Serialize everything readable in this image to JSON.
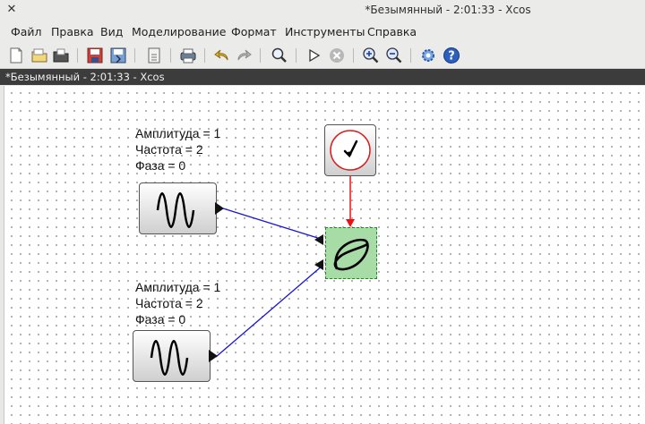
{
  "window": {
    "title": "*Безымянный - 2:01:33 - Xcos"
  },
  "menu": [
    "Файл",
    "Правка",
    "Вид",
    "Моделирование",
    "Формат",
    "Инструменты",
    "Справка"
  ],
  "toolbar_icons": [
    "new-diagram-icon",
    "open-icon",
    "open-file-icon",
    "save-icon",
    "save-as-icon",
    "export-icon",
    "print-icon",
    "undo-icon",
    "redo-icon",
    "fit-zoom-icon",
    "start-icon",
    "stop-icon",
    "zoom-in-icon",
    "zoom-out-icon",
    "settings-icon",
    "help-icon"
  ],
  "tab": {
    "title": "*Безымянный - 2:01:33 - Xcos"
  },
  "blocks": {
    "sine1": {
      "amplitude": "Амплитуда = 1",
      "frequency": "Частота = 2",
      "phase": "Фаза = 0"
    },
    "sine2": {
      "amplitude": "Амплитуда = 1",
      "frequency": "Частота = 2",
      "phase": "Фаза = 0"
    }
  },
  "colors": {
    "data_link": "#1515d8",
    "event_link": "#ee1111",
    "clock_ring": "#d42020",
    "scope_fill": "#a8dca6"
  }
}
